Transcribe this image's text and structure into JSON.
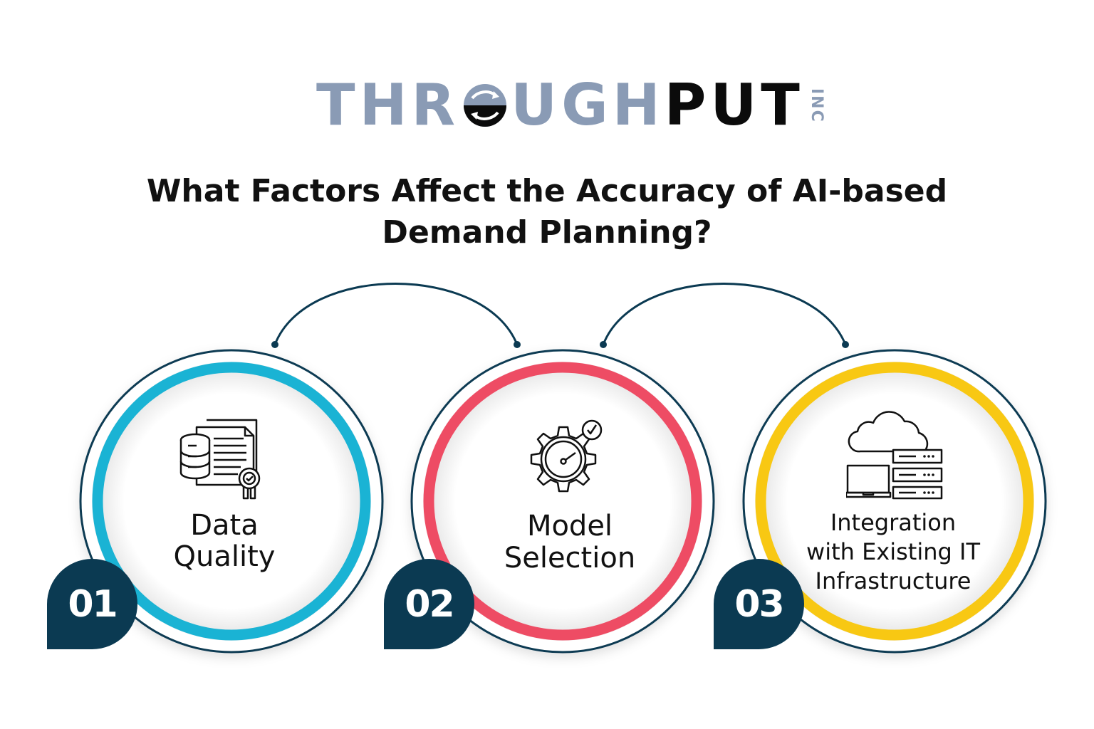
{
  "logo": {
    "part1": "THR",
    "part2": "UGH",
    "part3": "PUT",
    "suffix": "INC",
    "o_icon": "circular-arrows-icon",
    "colors": {
      "light": "#8a9bb5",
      "dark": "#0b0b0b"
    }
  },
  "title": {
    "line1": "What Factors Affect the Accuracy of AI-based",
    "line2": "Demand Planning?"
  },
  "colors": {
    "navy": "#0b3a52",
    "ring1": "#1ab3d4",
    "ring2": "#ee4c64",
    "ring3": "#f8c813"
  },
  "factors": [
    {
      "number": "01",
      "label_lines": [
        "Data",
        "Quality"
      ],
      "icon": "database-document-certificate-icon",
      "ring_color": "#1ab3d4"
    },
    {
      "number": "02",
      "label_lines": [
        "Model",
        "Selection"
      ],
      "icon": "gear-speedometer-check-icon",
      "ring_color": "#ee4c64"
    },
    {
      "number": "03",
      "label_lines": [
        "Integration",
        "with Existing IT",
        "Infrastructure"
      ],
      "icon": "cloud-laptop-server-icon",
      "ring_color": "#f8c813"
    }
  ]
}
